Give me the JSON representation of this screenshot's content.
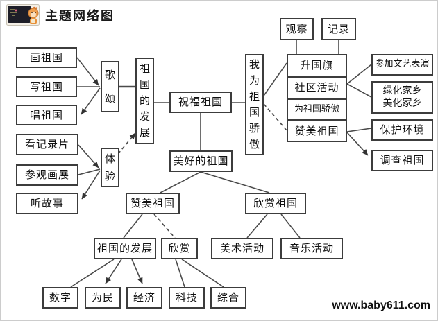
{
  "header": {
    "title": "主题网络图",
    "icon": "mascot-blackboard-icon"
  },
  "watermark": "www.baby611.com",
  "colors": {
    "background": "#ffffff",
    "box_border": "#3c3c3c",
    "line": "#4a4a4a",
    "text": "#111111",
    "mascot_board": "#1e1e28",
    "mascot_body": "#e8923a"
  },
  "nodes": {
    "hua_zuguo": {
      "label": "画祖国"
    },
    "xie_zuguo": {
      "label": "写祖国"
    },
    "chang_zuguo": {
      "label": "唱祖国"
    },
    "ge_song": {
      "label": "歌颂"
    },
    "kan_jilupian": {
      "label": "看记录片"
    },
    "canguan_huazhan": {
      "label": "参观画展"
    },
    "ting_gushi": {
      "label": "听故事"
    },
    "ti_yan": {
      "label": "体验"
    },
    "zuguo_fazhan_main": {
      "label": "祖国的发展"
    },
    "zhufu_zuguo": {
      "label": "祝福祖国"
    },
    "meihao_zuguo": {
      "label": "美好的祖国"
    },
    "wowei_zuguo_jiaoao": {
      "label": "我为祖国骄傲"
    },
    "guancha": {
      "label": "观察"
    },
    "jilu": {
      "label": "记录"
    },
    "sheng_guoqi": {
      "label": "升国旗"
    },
    "shequ_huodong": {
      "label": "社区活动"
    },
    "wei_zuguo_jiaoao": {
      "label": "为祖国骄傲"
    },
    "zanmei_zuguo_stack": {
      "label": "赞美祖国"
    },
    "canjia_wenyi_biaoyan": {
      "label": "参加文艺表演"
    },
    "lvhua_meihua": {
      "label": "绿化家乡\n美化家乡"
    },
    "baohu_huanjing": {
      "label": "保护环境"
    },
    "diaocha_zuguo": {
      "label": "调查祖国"
    },
    "zanmei_zuguo": {
      "label": "赞美祖国"
    },
    "xinshang_zuguo": {
      "label": "欣赏祖国"
    },
    "zuguo_fazhan_sub": {
      "label": "祖国的发展"
    },
    "xinshang": {
      "label": "欣赏"
    },
    "meishu_huodong": {
      "label": "美术活动"
    },
    "yinyue_huodong": {
      "label": "音乐活动"
    },
    "shuzi": {
      "label": "数字"
    },
    "weimin": {
      "label": "为民"
    },
    "jingji": {
      "label": "经济"
    },
    "keji": {
      "label": "科技"
    },
    "zonghe": {
      "label": "综合"
    }
  },
  "edges": [
    {
      "from": "hua_zuguo",
      "to": "ge_song",
      "style": "solid",
      "arrow": true
    },
    {
      "from": "xie_zuguo",
      "to": "ge_song",
      "style": "solid",
      "arrow": false
    },
    {
      "from": "ge_song",
      "to": "chang_zuguo",
      "style": "solid",
      "arrow": true
    },
    {
      "from": "ge_song",
      "to": "zuguo_fazhan_main",
      "style": "solid",
      "arrow": false
    },
    {
      "from": "kan_jilupian",
      "to": "ti_yan",
      "style": "solid",
      "arrow": true
    },
    {
      "from": "canguan_huazhan",
      "to": "ti_yan",
      "style": "solid",
      "arrow": false
    },
    {
      "from": "ti_yan",
      "to": "ting_gushi",
      "style": "solid",
      "arrow": true
    },
    {
      "from": "ti_yan",
      "to": "zuguo_fazhan_main",
      "style": "dashed",
      "arrow": true
    },
    {
      "from": "zuguo_fazhan_main",
      "to": "zhufu_zuguo",
      "style": "solid",
      "arrow": false
    },
    {
      "from": "zhufu_zuguo",
      "to": "meihao_zuguo",
      "style": "solid",
      "arrow": false
    },
    {
      "from": "zhufu_zuguo",
      "to": "wowei_zuguo_jiaoao",
      "style": "solid",
      "arrow": false
    },
    {
      "from": "wowei_zuguo_jiaoao",
      "to": "sheng_guoqi",
      "style": "solid",
      "arrow": false
    },
    {
      "from": "wowei_zuguo_jiaoao",
      "to": "zanmei_zuguo_stack",
      "style": "dashed",
      "arrow": false
    },
    {
      "from": "guancha",
      "to": "sheng_guoqi",
      "style": "solid",
      "arrow": false
    },
    {
      "from": "jilu",
      "to": "sheng_guoqi",
      "style": "solid",
      "arrow": false
    },
    {
      "from": "shequ_huodong",
      "to": "canjia_wenyi_biaoyan",
      "style": "solid",
      "arrow": false
    },
    {
      "from": "shequ_huodong",
      "to": "lvhua_meihua",
      "style": "solid",
      "arrow": false
    },
    {
      "from": "zanmei_zuguo_stack",
      "to": "baohu_huanjing",
      "style": "solid",
      "arrow": false
    },
    {
      "from": "zanmei_zuguo_stack",
      "to": "diaocha_zuguo",
      "style": "solid",
      "arrow": true
    },
    {
      "from": "meihao_zuguo",
      "to": "zanmei_zuguo",
      "style": "solid",
      "arrow": false
    },
    {
      "from": "meihao_zuguo",
      "to": "xinshang_zuguo",
      "style": "solid",
      "arrow": false
    },
    {
      "from": "zanmei_zuguo",
      "to": "zuguo_fazhan_sub",
      "style": "solid",
      "arrow": false
    },
    {
      "from": "zanmei_zuguo",
      "to": "xinshang",
      "style": "dashed",
      "arrow": false
    },
    {
      "from": "xinshang_zuguo",
      "to": "meishu_huodong",
      "style": "solid",
      "arrow": false
    },
    {
      "from": "xinshang_zuguo",
      "to": "yinyue_huodong",
      "style": "solid",
      "arrow": false
    },
    {
      "from": "zuguo_fazhan_sub",
      "to": "shuzi",
      "style": "solid",
      "arrow": false
    },
    {
      "from": "zuguo_fazhan_sub",
      "to": "weimin",
      "style": "solid",
      "arrow": true
    },
    {
      "from": "zuguo_fazhan_sub",
      "to": "jingji",
      "style": "solid",
      "arrow": true
    },
    {
      "from": "xinshang",
      "to": "keji",
      "style": "solid",
      "arrow": false
    },
    {
      "from": "xinshang",
      "to": "zonghe",
      "style": "solid",
      "arrow": false
    }
  ]
}
